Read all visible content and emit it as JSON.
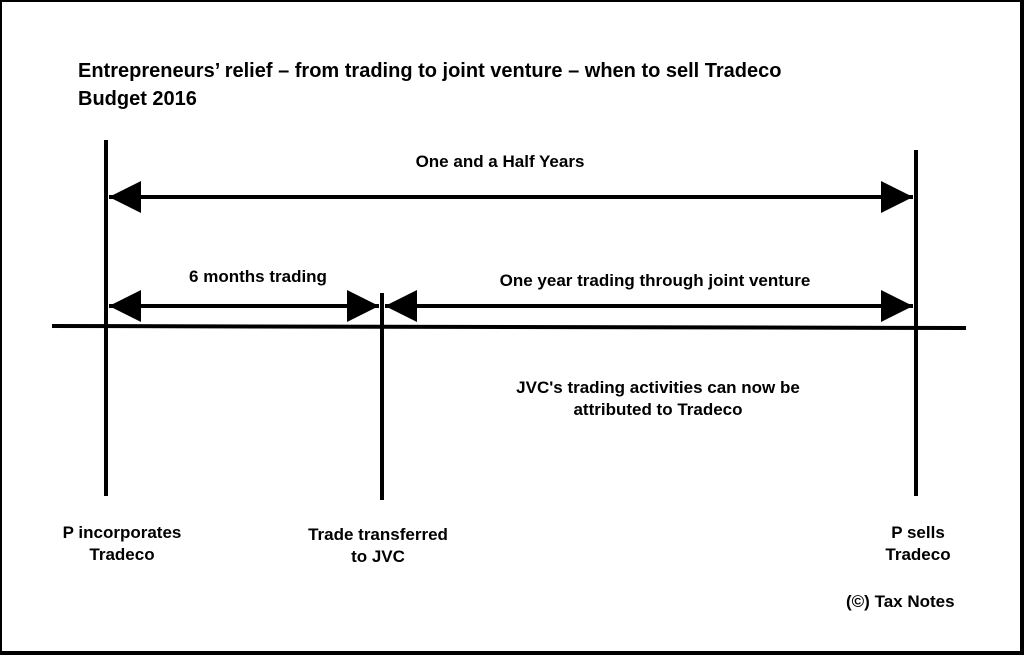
{
  "title": {
    "line1": "Entrepreneurs’ relief – from trading to joint venture – when to sell Tradeco",
    "line2": "Budget 2016"
  },
  "periods": {
    "overall": "One and a Half Years",
    "first": "6 months trading",
    "second": "One year trading through joint venture"
  },
  "note": {
    "line1": "JVC's trading activities can now be",
    "line2": "attributed to Tradeco"
  },
  "events": {
    "start": {
      "line1": "P incorporates",
      "line2": "Tradeco"
    },
    "middle": {
      "line1": "Trade transferred",
      "line2": "to JVC"
    },
    "end": {
      "line1": "P sells",
      "line2": "Tradeco"
    }
  },
  "copyright": "(©) Tax Notes"
}
